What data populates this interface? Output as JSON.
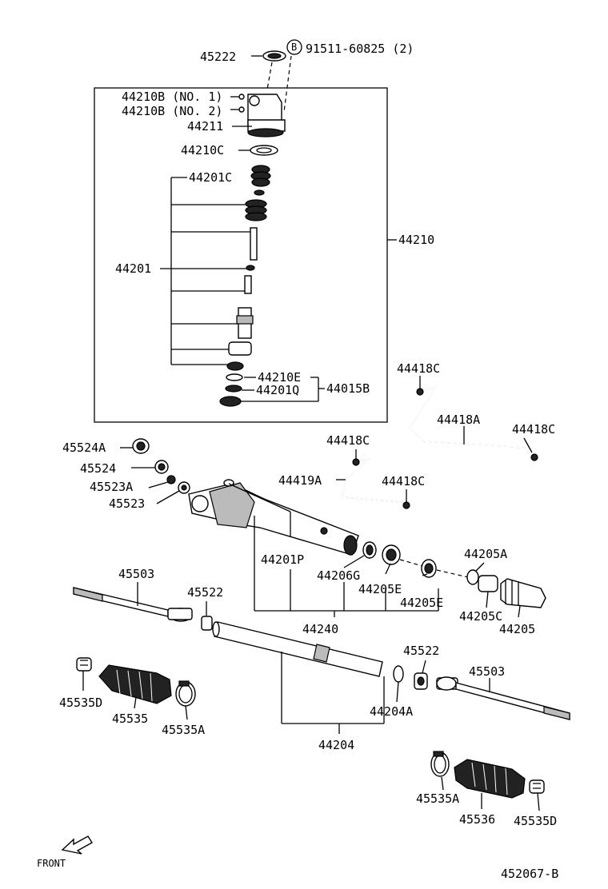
{
  "labels": {
    "p45222": "45222",
    "bolt_circle": "B",
    "bolt": "91511-60825 (2)",
    "p44210B1": "44210B (NO. 1)",
    "p44210B2": "44210B (NO. 2)",
    "p44211": "44211",
    "p44210C": "44210C",
    "p44201C": "44201C",
    "p44210": "44210",
    "p44201": "44201",
    "p44210E": "44210E",
    "p44201Q": "44201Q",
    "p44015B": "44015B",
    "p44418C_a": "44418C",
    "p44418A": "44418A",
    "p44418C_b": "44418C",
    "p44418C_c": "44418C",
    "p44419A": "44419A",
    "p44418C_d": "44418C",
    "p45524A": "45524A",
    "p45524": "45524",
    "p45523A": "45523A",
    "p45523": "45523",
    "p44201P": "44201P",
    "p44206G": "44206G",
    "p44205E_a": "44205E",
    "p44205E_b": "44205E",
    "p44205A": "44205A",
    "p44205C": "44205C",
    "p44205": "44205",
    "p44240": "44240",
    "p45503_a": "45503",
    "p45522_a": "45522",
    "p45522_b": "45522",
    "p45503_b": "45503",
    "p45535D_a": "45535D",
    "p45535": "45535",
    "p45535A_a": "45535A",
    "p44204A": "44204A",
    "p44204": "44204",
    "p45535A_b": "45535A",
    "p45536": "45536",
    "p45535D_b": "45535D",
    "front": "FRONT",
    "code": "452067-B"
  },
  "icons": {
    "front_arrow": "front-arrow-icon"
  }
}
